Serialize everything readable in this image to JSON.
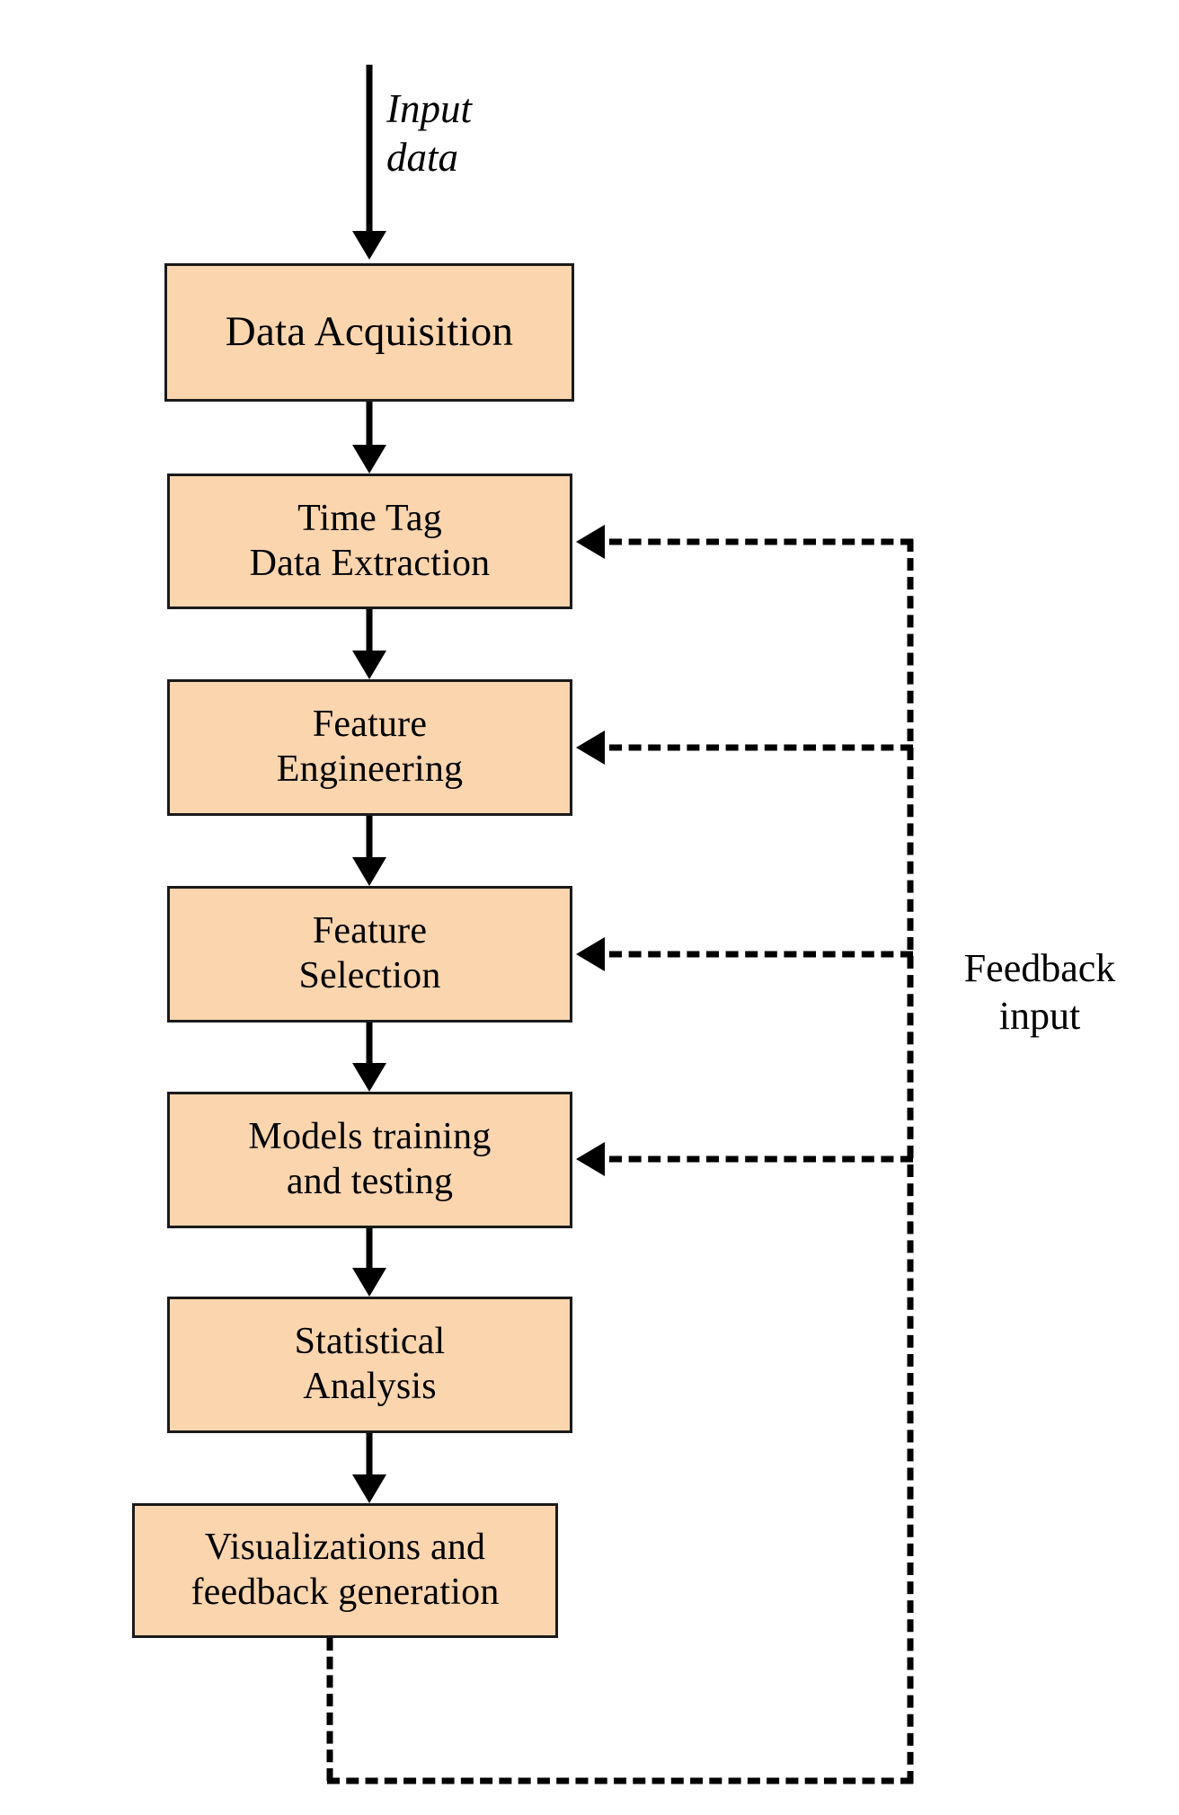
{
  "diagram": {
    "title": "Machine learning data processing pipeline flowchart",
    "background_color": "#ffffff",
    "node_fill_color": "#fbd5ae",
    "node_border_color": "#1a1a1a",
    "line_color": "#000000",
    "nodes": [
      {
        "id": "data-acquisition",
        "label": "Data Acquisition"
      },
      {
        "id": "time-tag-extraction",
        "label": "Time Tag\nData Extraction"
      },
      {
        "id": "feature-engineering",
        "label": "Feature\nEngineering"
      },
      {
        "id": "feature-selection",
        "label": "Feature\nSelection"
      },
      {
        "id": "models-training",
        "label": "Models training\nand testing"
      },
      {
        "id": "statistical-analysis",
        "label": "Statistical\nAnalysis"
      },
      {
        "id": "visualizations",
        "label": "Visualizations and\nfeedback generation"
      }
    ],
    "labels": {
      "input_data": "Input\ndata",
      "feedback_input": "Feedback\ninput"
    },
    "flow_edges": [
      {
        "from": "input",
        "to": "data-acquisition",
        "style": "solid"
      },
      {
        "from": "data-acquisition",
        "to": "time-tag-extraction",
        "style": "solid"
      },
      {
        "from": "time-tag-extraction",
        "to": "feature-engineering",
        "style": "solid"
      },
      {
        "from": "feature-engineering",
        "to": "feature-selection",
        "style": "solid"
      },
      {
        "from": "feature-selection",
        "to": "models-training",
        "style": "solid"
      },
      {
        "from": "models-training",
        "to": "statistical-analysis",
        "style": "solid"
      },
      {
        "from": "statistical-analysis",
        "to": "visualizations",
        "style": "solid"
      }
    ],
    "feedback_edges": [
      {
        "from": "visualizations",
        "to": "time-tag-extraction",
        "style": "dashed"
      },
      {
        "from": "visualizations",
        "to": "feature-engineering",
        "style": "dashed"
      },
      {
        "from": "visualizations",
        "to": "feature-selection",
        "style": "dashed"
      },
      {
        "from": "visualizations",
        "to": "models-training",
        "style": "dashed"
      }
    ]
  }
}
